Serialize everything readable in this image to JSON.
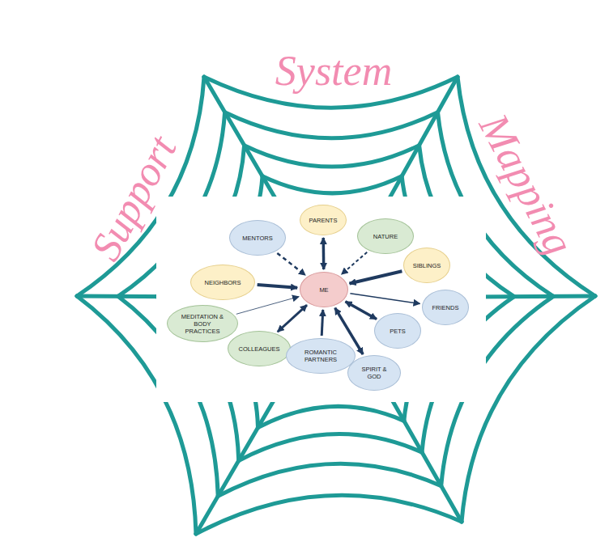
{
  "diagram": {
    "nodes": [
      {
        "text": [
          "MENTORS"
        ]
      },
      {
        "text": [
          "PARENTS"
        ]
      },
      {
        "text": [
          "NATURE"
        ]
      },
      {
        "text": [
          "SIBLINGS"
        ]
      },
      {
        "text": [
          "NEIGHBORS"
        ]
      },
      {
        "text": [
          "ME"
        ]
      },
      {
        "text": [
          "FRIENDS"
        ]
      },
      {
        "text": [
          "MEDITATION & BODY PRACTICES"
        ]
      },
      {
        "text": [
          "PETS"
        ]
      },
      {
        "text": [
          "COLLEAGUES"
        ]
      },
      {
        "text": [
          "ROMANTIC PARTNERS"
        ]
      },
      {
        "text": [
          "SPIRIT & GOD"
        ]
      }
    ],
    "edges": [
      {
        "from": 0,
        "to": 5,
        "arrow": "to"
      },
      {
        "from": 5,
        "to": 1,
        "arrow": "both"
      },
      {
        "from": 2,
        "to": 5,
        "arrow": "to"
      },
      {
        "from": 3,
        "to": 5,
        "arrow": "to"
      },
      {
        "from": 4,
        "to": 5,
        "arrow": "to"
      },
      {
        "from": 7,
        "to": 5,
        "arrow": "to"
      },
      {
        "from": 5,
        "to": 6,
        "arrow": "to"
      },
      {
        "from": 5,
        "to": 8,
        "arrow": "both"
      },
      {
        "from": 5,
        "to": 9,
        "arrow": "both"
      },
      {
        "from": 10,
        "to": 5,
        "arrow": "to"
      },
      {
        "from": 5,
        "to": 11,
        "arrow": "both"
      }
    ],
    "labels": [
      "Support",
      "System",
      "Mapping"
    ]
  }
}
